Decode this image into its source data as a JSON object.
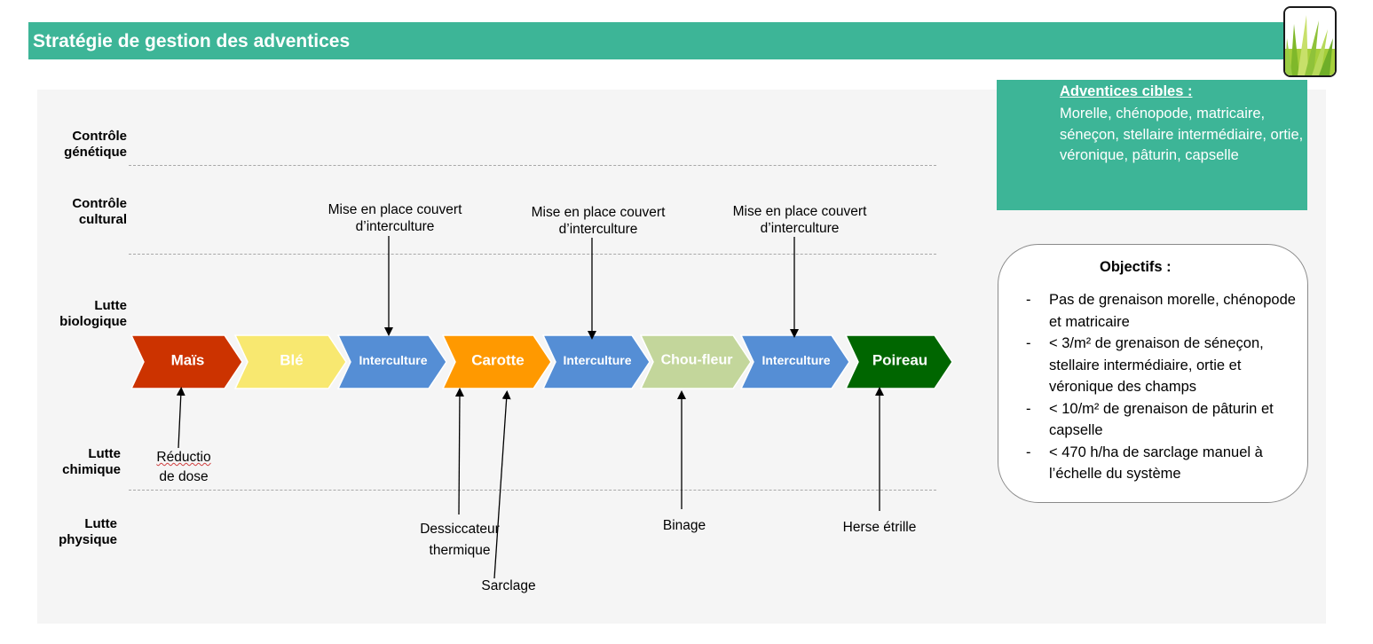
{
  "title": "Stratégie de gestion des adventices",
  "rows": [
    {
      "id": "genetique",
      "lines": [
        "Contrôle",
        "génétique"
      ]
    },
    {
      "id": "cultural",
      "lines": [
        "Contrôle",
        "cultural"
      ]
    },
    {
      "id": "biologique",
      "lines": [
        "Lutte",
        "biologique"
      ]
    },
    {
      "id": "chimique",
      "lines": [
        "Lutte",
        "chimique"
      ]
    },
    {
      "id": "physique",
      "lines": [
        "Lutte",
        "physique"
      ]
    }
  ],
  "rotation": [
    {
      "label": "Maïs",
      "color": "#cc3300"
    },
    {
      "label": "Blé",
      "color": "#f8e870"
    },
    {
      "label": "Interculture",
      "color": "#558ed5"
    },
    {
      "label": "Carotte",
      "color": "#ff9900"
    },
    {
      "label": "Interculture",
      "color": "#558ed5"
    },
    {
      "label": "Chou-fleur",
      "color": "#c3d69b"
    },
    {
      "label": "Interculture",
      "color": "#558ed5"
    },
    {
      "label": "Poireau",
      "color": "#006600"
    }
  ],
  "cultural_actions": [
    {
      "lines": [
        "Mise en place couvert",
        "d’interculture"
      ]
    },
    {
      "lines": [
        "Mise en place couvert",
        "d’interculture"
      ]
    },
    {
      "lines": [
        "Mise en place couvert",
        "d’interculture"
      ]
    }
  ],
  "chemical_actions": [
    {
      "lines": [
        "Réductio",
        "de dose"
      ]
    }
  ],
  "physical_actions": [
    {
      "lines": [
        "Dessiccateur",
        "thermique"
      ]
    },
    {
      "lines": [
        "Sarclage"
      ]
    },
    {
      "lines": [
        "Binage"
      ]
    },
    {
      "lines": [
        "Herse étrille"
      ]
    }
  ],
  "targets": {
    "title": "Adventices cibles :",
    "text": "Morelle, chénopode, matricaire, séneçon, stellaire intermédiaire, ortie, véronique, pâturin, capselle"
  },
  "objectives": {
    "title": "Objectifs :",
    "items": [
      "Pas de grenaison morelle, chénopode et matricaire",
      "< 3/m² de grenaison de séneçon, stellaire intermédiaire, ortie et véronique des champs",
      "< 10/m² de grenaison de pâturin et capselle",
      "< 470 h/ha de sarclage manuel à l’échelle du système"
    ]
  },
  "colors": {
    "accent": "#3db597"
  },
  "logo_icon": "grass-logo-icon"
}
